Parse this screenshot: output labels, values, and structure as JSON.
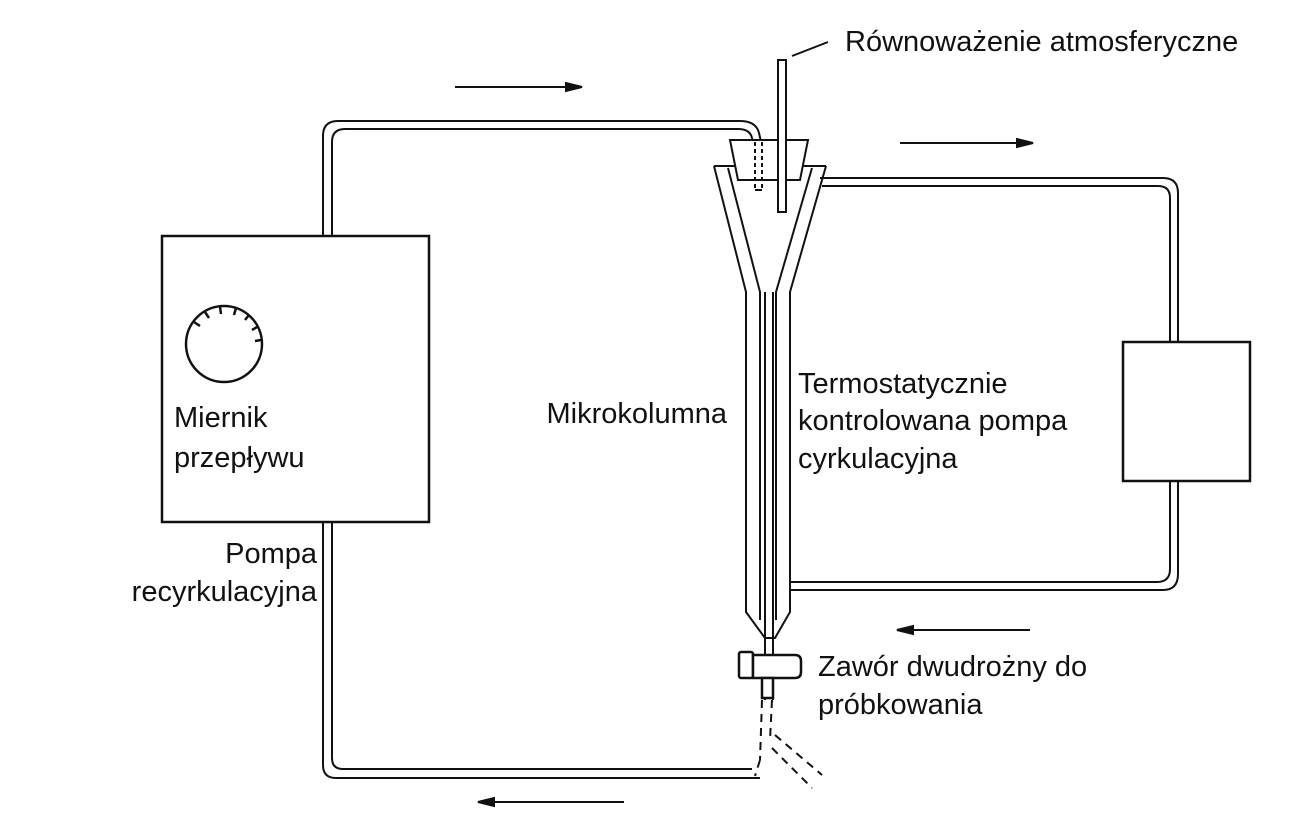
{
  "labels": {
    "atmospheric_equalization": "Równoważenie atmosferyczne",
    "flow_meter_line1": "Miernik",
    "flow_meter_line2": "przepływu",
    "recirculation_pump_line1": "Pompa",
    "recirculation_pump_line2": "recyrkulacyjna",
    "microcolumn": "Mikrokolumna",
    "thermostat_pump_line1": "Termostatycznie",
    "thermostat_pump_line2": "kontrolowana pompa",
    "thermostat_pump_line3": "cyrkulacyjna",
    "valve_line1": "Zawór dwudrożny do",
    "valve_line2": "próbkowania"
  },
  "colors": {
    "ink": "#111111",
    "background": "#ffffff"
  }
}
